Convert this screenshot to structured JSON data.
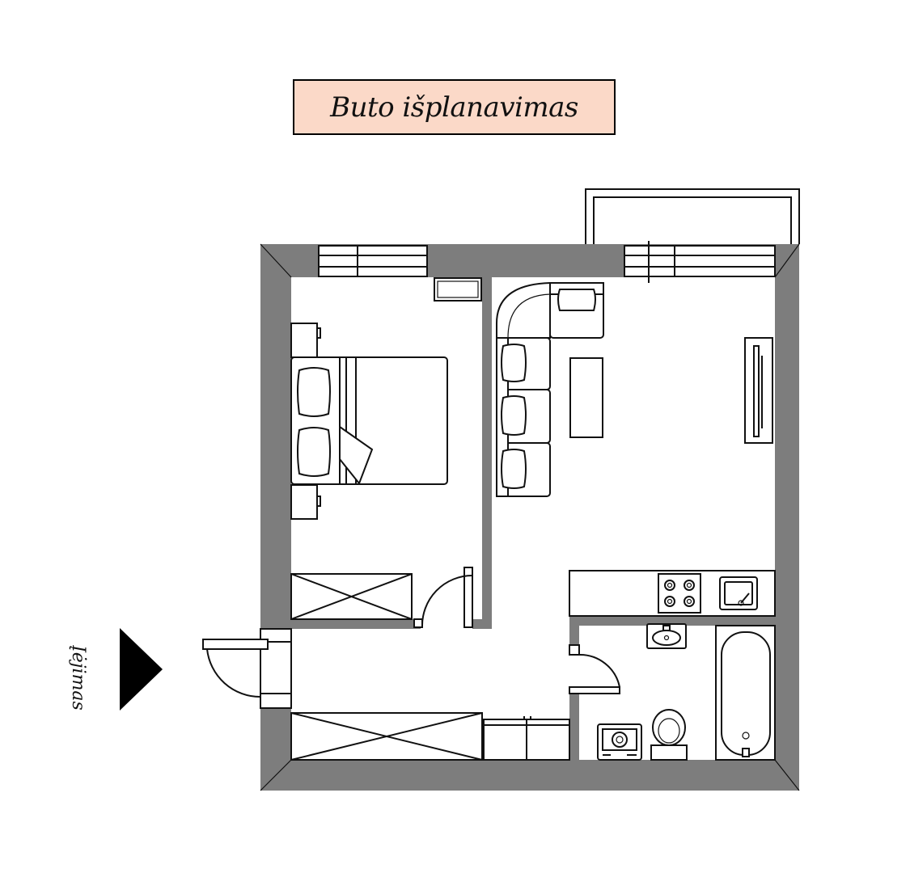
{
  "title": "Buto išplanavimas",
  "entrance": {
    "label": "Įėjimas"
  },
  "colors": {
    "title_background": "#fbd9c8",
    "wall": "#7d7d7d",
    "line": "#111111",
    "entrance_arrow": "#000000"
  },
  "rooms": [
    "bedroom",
    "living-room",
    "kitchen",
    "hallway",
    "bathroom",
    "balcony"
  ]
}
